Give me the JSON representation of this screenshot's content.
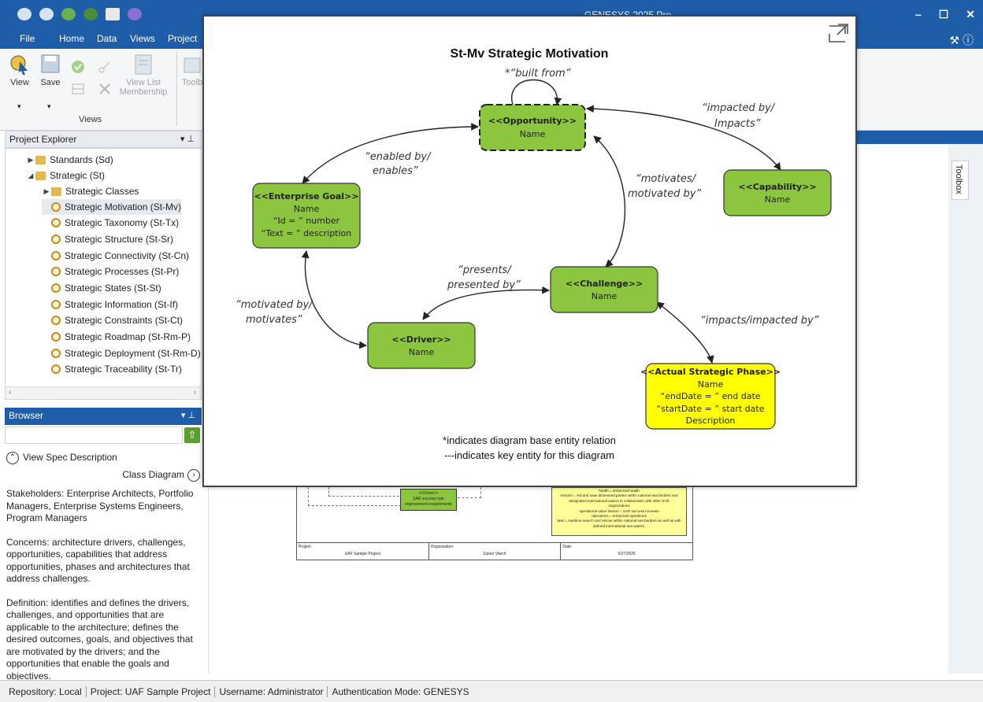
{
  "app": {
    "title": "GENESYS 2025 Pro"
  },
  "window_controls": {
    "minimize": "–",
    "maximize": "☐",
    "close": "✕"
  },
  "menu": {
    "items": [
      "File",
      "Home",
      "Data",
      "Views",
      "Project"
    ]
  },
  "ribbon": {
    "view_label": "View",
    "save_label": "Save",
    "view_list_membership_label": "View List Membership",
    "toolbox_label": "Toolb",
    "views_group_label": "Views"
  },
  "project_explorer": {
    "title": "Project Explorer",
    "tree": [
      {
        "label": "Standards (Sd)",
        "level": 1,
        "kind": "folder",
        "expanded": false
      },
      {
        "label": "Strategic (St)",
        "level": 1,
        "kind": "folder",
        "expanded": true
      },
      {
        "label": "Strategic Classes",
        "level": 2,
        "kind": "folder",
        "expanded": false
      },
      {
        "label": "Strategic Motivation (St-Mv)",
        "level": 2,
        "kind": "view",
        "selected": true
      },
      {
        "label": "Strategic Taxonomy (St-Tx)",
        "level": 2,
        "kind": "view"
      },
      {
        "label": "Strategic Structure (St-Sr)",
        "level": 2,
        "kind": "view"
      },
      {
        "label": "Strategic Connectivity (St-Cn)",
        "level": 2,
        "kind": "view"
      },
      {
        "label": "Strategic Processes (St-Pr)",
        "level": 2,
        "kind": "view"
      },
      {
        "label": "Strategic States (St-St)",
        "level": 2,
        "kind": "view"
      },
      {
        "label": "Strategic Information (St-If)",
        "level": 2,
        "kind": "view"
      },
      {
        "label": "Strategic Constraints (St-Ct)",
        "level": 2,
        "kind": "view"
      },
      {
        "label": "Strategic Roadmap (St-Rm-P)",
        "level": 2,
        "kind": "view"
      },
      {
        "label": "Strategic Deployment (St-Rm-D)",
        "level": 2,
        "kind": "view"
      },
      {
        "label": "Strategic Traceability (St-Tr)",
        "level": 2,
        "kind": "view"
      }
    ]
  },
  "browser": {
    "title": "Browser",
    "view_spec_label": "View Spec Description",
    "class_diagram_label": "Class Diagram",
    "paragraphs": [
      "Stakeholders: Enterprise Architects, Portfolio Managers, Enterprise Systems Engineers, Program Managers",
      "Concerns: architecture drivers, challenges, opportunities, capabilities that address opportunities, phases and architectures that address challenges.",
      "Definition: identifies and defines the drivers, challenges, and opportunities that are applicable to the architecture; defines the desired outcomes, goals, and objectives that are motivated by the drivers; and the opportunities that enable the goals and objectives."
    ]
  },
  "toolbox": {
    "label": "Toolbox"
  },
  "diagram": {
    "title": "St-Mv Strategic Motivation",
    "nodes": {
      "opportunity": {
        "stereotype": "<<Opportunity>>",
        "lines": [
          "Name"
        ]
      },
      "enterprise_goal": {
        "stereotype": "<<Enterprise Goal>>",
        "lines": [
          "Name",
          "“Id = ” number",
          "“Text = ” description"
        ]
      },
      "capability": {
        "stereotype": "<<Capability>>",
        "lines": [
          "Name"
        ]
      },
      "challenge": {
        "stereotype": "<<Challenge>>",
        "lines": [
          "Name"
        ]
      },
      "driver": {
        "stereotype": "<<Driver>>",
        "lines": [
          "Name"
        ]
      },
      "actual_strategic_phase": {
        "stereotype": "<<Actual Strategic Phase>>",
        "lines": [
          "Name",
          "“endDate = ” end date",
          "“startDate = ” start date",
          "Description"
        ]
      }
    },
    "relations": {
      "built_from": "*“built from”",
      "enabled_by_1": "“enabled by/",
      "enabled_by_2": "enables”",
      "impacted_by_1": "“impacted by/",
      "impacted_by_2": "Impacts”",
      "motivates_1": "“motivates/",
      "motivates_2": "motivated by”",
      "presents_1": "“presents/",
      "presents_2": "presented by”",
      "motivated_by_1": "“motivated by/",
      "motivated_by_2": "motivates”",
      "impacts": "“impacts/impacted by”"
    },
    "legend": [
      "*indicates diagram base entity relation",
      "---indicates key entity for this diagram"
    ],
    "colors": {
      "green": "#8cc63f",
      "yellow": "#ffff00",
      "stroke": "#333333"
    }
  },
  "background_diagram": {
    "driver_stereotype": "<<Driver>>",
    "driver_text": "SAR success rate improvement requirements",
    "yellow_lines": [
      "health = enhanced health",
      "mission = Aid and save distressed parties within national sea borders and",
      "designated international waters in collaboration with other SAR",
      "organizations",
      "operational value stream = SAR success increase",
      "operations = enhanced operations",
      "task = maritime search and rescue within national sea borders as well as with",
      "defined international sea waters."
    ],
    "footer": [
      {
        "label": "Project:",
        "value": "UAF Sample Project"
      },
      {
        "label": "Organization:",
        "value": "Zuken Vitech"
      },
      {
        "label": "Date:",
        "value": "5/27/2025"
      }
    ]
  },
  "status_bar": {
    "repository": "Repository: Local",
    "project": "Project: UAF Sample Project",
    "username": "Username: Administrator",
    "auth": "Authentication Mode: GENESYS"
  }
}
